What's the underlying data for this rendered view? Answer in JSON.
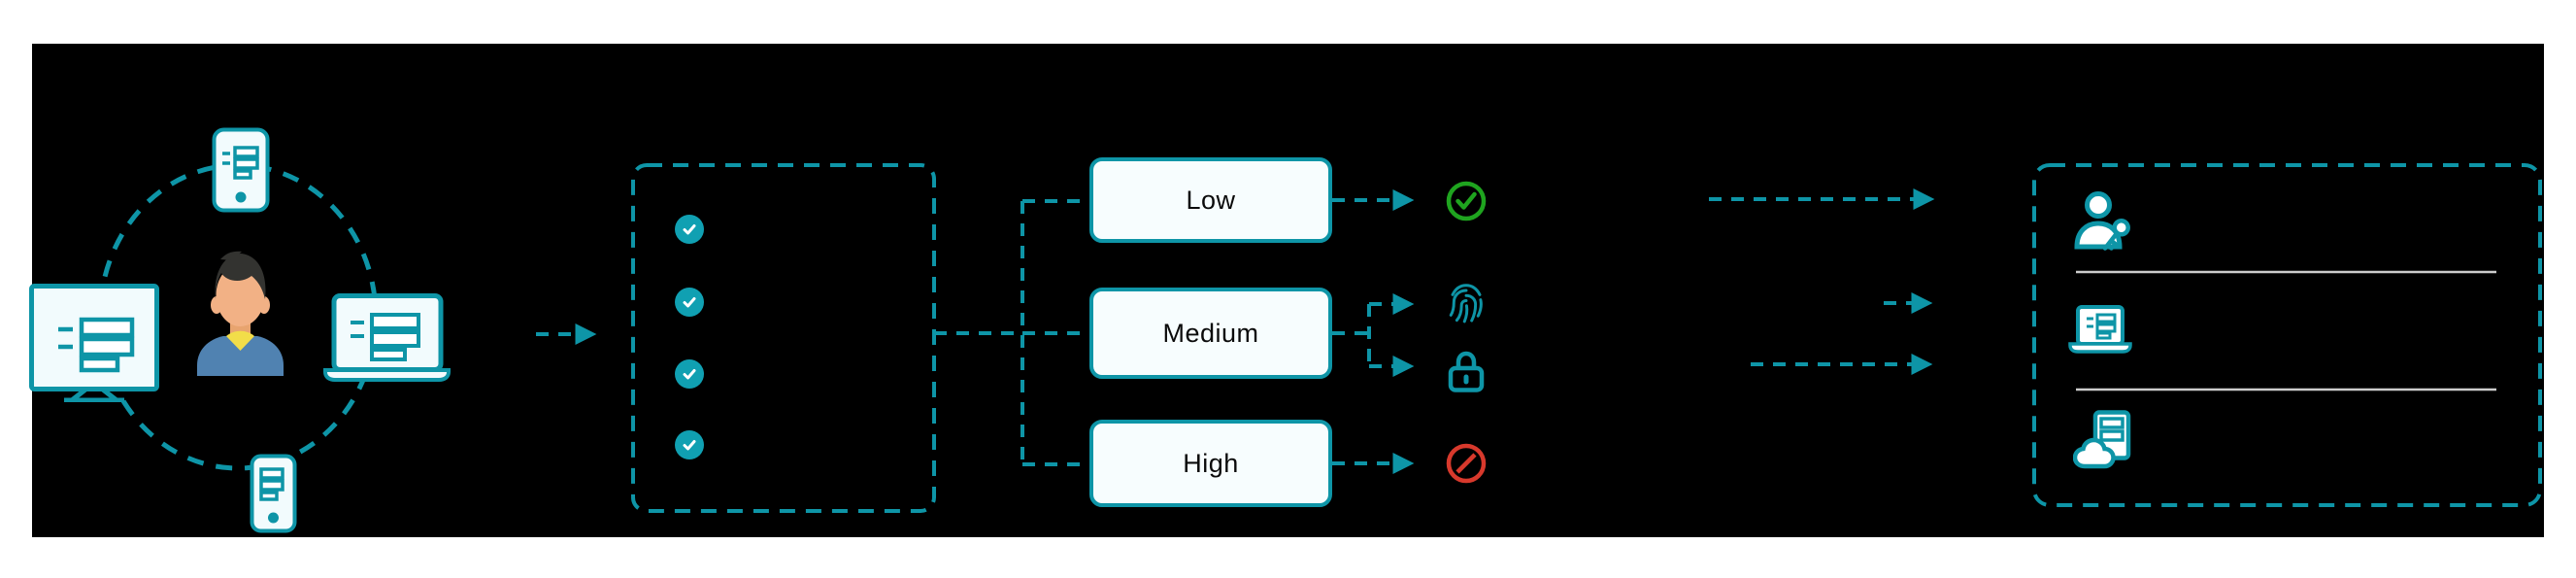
{
  "colors": {
    "teal": "#0e95a7",
    "teal_fill": "#10a0b2",
    "device_fill": "#f2fbfd",
    "green": "#1fa41f",
    "red": "#d8392c",
    "separator_gray": "#cccccc",
    "canvas": "#000000",
    "avatar_skin": "#f2b185",
    "avatar_hair": "#333330",
    "avatar_shirt": "#5082b1",
    "avatar_collar": "#f2dd49"
  },
  "user_hub": {
    "user_icon": "person-avatar",
    "device_icons": [
      "smartphone-icon",
      "desktop-monitor-icon",
      "laptop-icon",
      "smartphone-icon"
    ]
  },
  "checklist_box": {
    "check_icon": "check-circle-icon",
    "check_count": 4
  },
  "risk_boxes": [
    {
      "label": "Low",
      "outcome_icons": [
        "green-check-circle-icon"
      ]
    },
    {
      "label": "Medium",
      "outcome_icons": [
        "fingerprint-icon",
        "padlock-icon"
      ]
    },
    {
      "label": "High",
      "outcome_icons": [
        "red-block-icon"
      ]
    }
  ],
  "destination_box": {
    "item_icons": [
      "user-key-icon",
      "laptop-icon",
      "cloud-server-icon"
    ]
  }
}
